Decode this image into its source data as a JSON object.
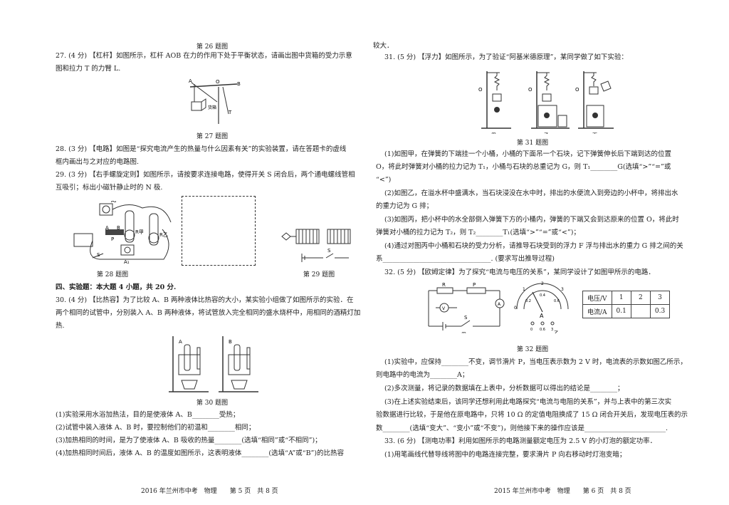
{
  "left": {
    "cap26": "第 26 题图",
    "q27": [
      "27. (4 分) 【杠杆】如图所示，杠杆 AOB 在力的作用下处于平衡状态，请画出图中货箱的受力示意",
      "图和拉力 T 的力臂 L."
    ],
    "fig27": {
      "A": "A",
      "O": "O",
      "B": "B",
      "T": "T",
      "box": "货箱"
    },
    "cap27": "第 27 题图",
    "q28": [
      "28. (3 分) 【电路】如图是“探究电流产生的热量与什么因素有关”的实验装置，请在答题卡的虚线",
      "框内画出与之对应的电路图."
    ],
    "q29": [
      "29. (3 分) 【右手螺旋定则】如图所示，请按要求连接电路，使得开关 S 闭合后，两个通电螺线管相",
      "互吸引；标出小磁针静止时的 N 极."
    ],
    "fig28": {
      "A": "A",
      "B": "B",
      "Ra": "R甲",
      "Rb": "R乙",
      "A1": "A₁",
      "A2": "A₂",
      "S": "S",
      "P": "P"
    },
    "fig29": {
      "S": "S"
    },
    "cap28": "第 28 题图",
    "cap29": "第 29 题图",
    "sec4": "四、实验题：本大题 4 小题，共 20 分.",
    "q30": [
      "30. (4 分) 【比热容】为了比较 A、B 两种液体比热容的大小，某实验小组做了如图所示的实验．在",
      "两个相同的试管中，分别装入 A、B 两种液体，将试管放入完全相同的盛水烧杯中，用相同的酒精灯加",
      "热."
    ],
    "fig30": {
      "A": "A",
      "B": "B"
    },
    "cap30": "第 30 题图",
    "q30_1": "(1)实验采用水浴加热法，目的是使液体 A、B________受热；",
    "q30_2": "(2)试管中装入液体 A、B 时，要控制他们的初温和________相同；",
    "q30_3": "(3)加热相同的时间，是为了使液体 A、B 吸收的热量________(选填“相同”或“不相同”)；",
    "q30_4": "(4)加热相同时间后，液体 A、B 的温度如图所示，这表明液体________(选填“A”或“B”)的比热容",
    "footer": "2016 年兰州市中考　物理　　第 5 页　共 8 页"
  },
  "right": {
    "cont": "较大．",
    "q31": "31. (5 分) 【浮力】如图所示，为了验证“阿基米德原理”，某同学做了如下实验：",
    "fig31": {
      "O1": "O",
      "O2": "O",
      "O3": "O",
      "jia": "甲",
      "yi": "乙",
      "bing": "丙"
    },
    "cap31": "第 31 题图",
    "q31_1": [
      "(1)如图甲，在弹簧的下端挂一个小桶，小桶的下面吊一个石块，记下弹簧伸长后下端到达的位置",
      "O，将此时弹簧对小桶的拉力记为 T₁，小桶与石块的总重记为 G，则 T₁________G(选填“>”“=”或",
      "“<”)"
    ],
    "q31_2": [
      "(2)如图乙，在溢水杯中盛满水，当石块浸没在水中时，排出的水便流入到旁边的小杯中，将排出水",
      "的重力记为 G 排；"
    ],
    "q31_3": [
      "(3)如图丙，把小杯中的水全部倒入弹簧下方的小桶内，弹簧的下端又会到达原来的位置 O，将此时",
      "弹簧对小桶的拉力记为 T₂，则 T₂________T₁(选填“>”“=”或“<”)；"
    ],
    "q31_4": [
      "(4)通过对图丙中小桶和石块的受力分析，请推导石块受到的浮力 F 浮与排出水的重力 G 排之间的关",
      "系________________________________. (要求写出推导过程)"
    ],
    "q32": "32. (5 分) 【欧姆定律】为了探究“电流与电压的关系”，某同学设计了如图甲所示的电路．",
    "fig32": {
      "R": "R",
      "P": "P",
      "V": "V",
      "A": "A",
      "S": "S",
      "jia": "甲",
      "yi": "乙",
      "t1": "1",
      "t2": "2",
      "t3": "3",
      "t0": "0",
      "t02": "0.2",
      "t04": "0.4",
      "t06": "0.6",
      "tb0": "0",
      "tb06": "0.6",
      "tb3": "3"
    },
    "table": {
      "h1": "电压/V",
      "v1": "1",
      "v2": "2",
      "v3": "3",
      "h2": "电流/A",
      "c1": "0.1",
      "c2": "",
      "c3": "0.3"
    },
    "cap32": "第 32 题图",
    "q32_1": [
      "(1)实验中，应保持________不变，调节滑片 P，当电压表示数为 2 V 时，电流表的示数如图乙所示，",
      "则电路中的电流为________A；"
    ],
    "q32_2": "(2)多次测量，将记录的数据填在上表中，分析数据可以得出的结论是________；",
    "q32_3": [
      "(3)在上述实验结束后，该同学还想利用此电路探究“电流与电阻的关系”，并与上表中的第三次实",
      "验数据进行比较，于是他在原电路中，只将 10 Ω 的定值电阻换成了 15 Ω 闭合开关后，发现电压表的示",
      "数________(选填“变大”、“变小”或“不变”)，则他接下来的操作应该是________________________."
    ],
    "q33": "33. (6 分) 【测电功率】利用如图所示的电路测量额定电压为 2.5 V 的小灯泡的额定功率．",
    "q33_1": "(1)用笔画线代替导线将图中的电路连接完整，要求滑片 P 向右移动时灯泡变暗；",
    "footer": "2015 年兰州市中考　物理　　第 6 页　共 8 页"
  }
}
